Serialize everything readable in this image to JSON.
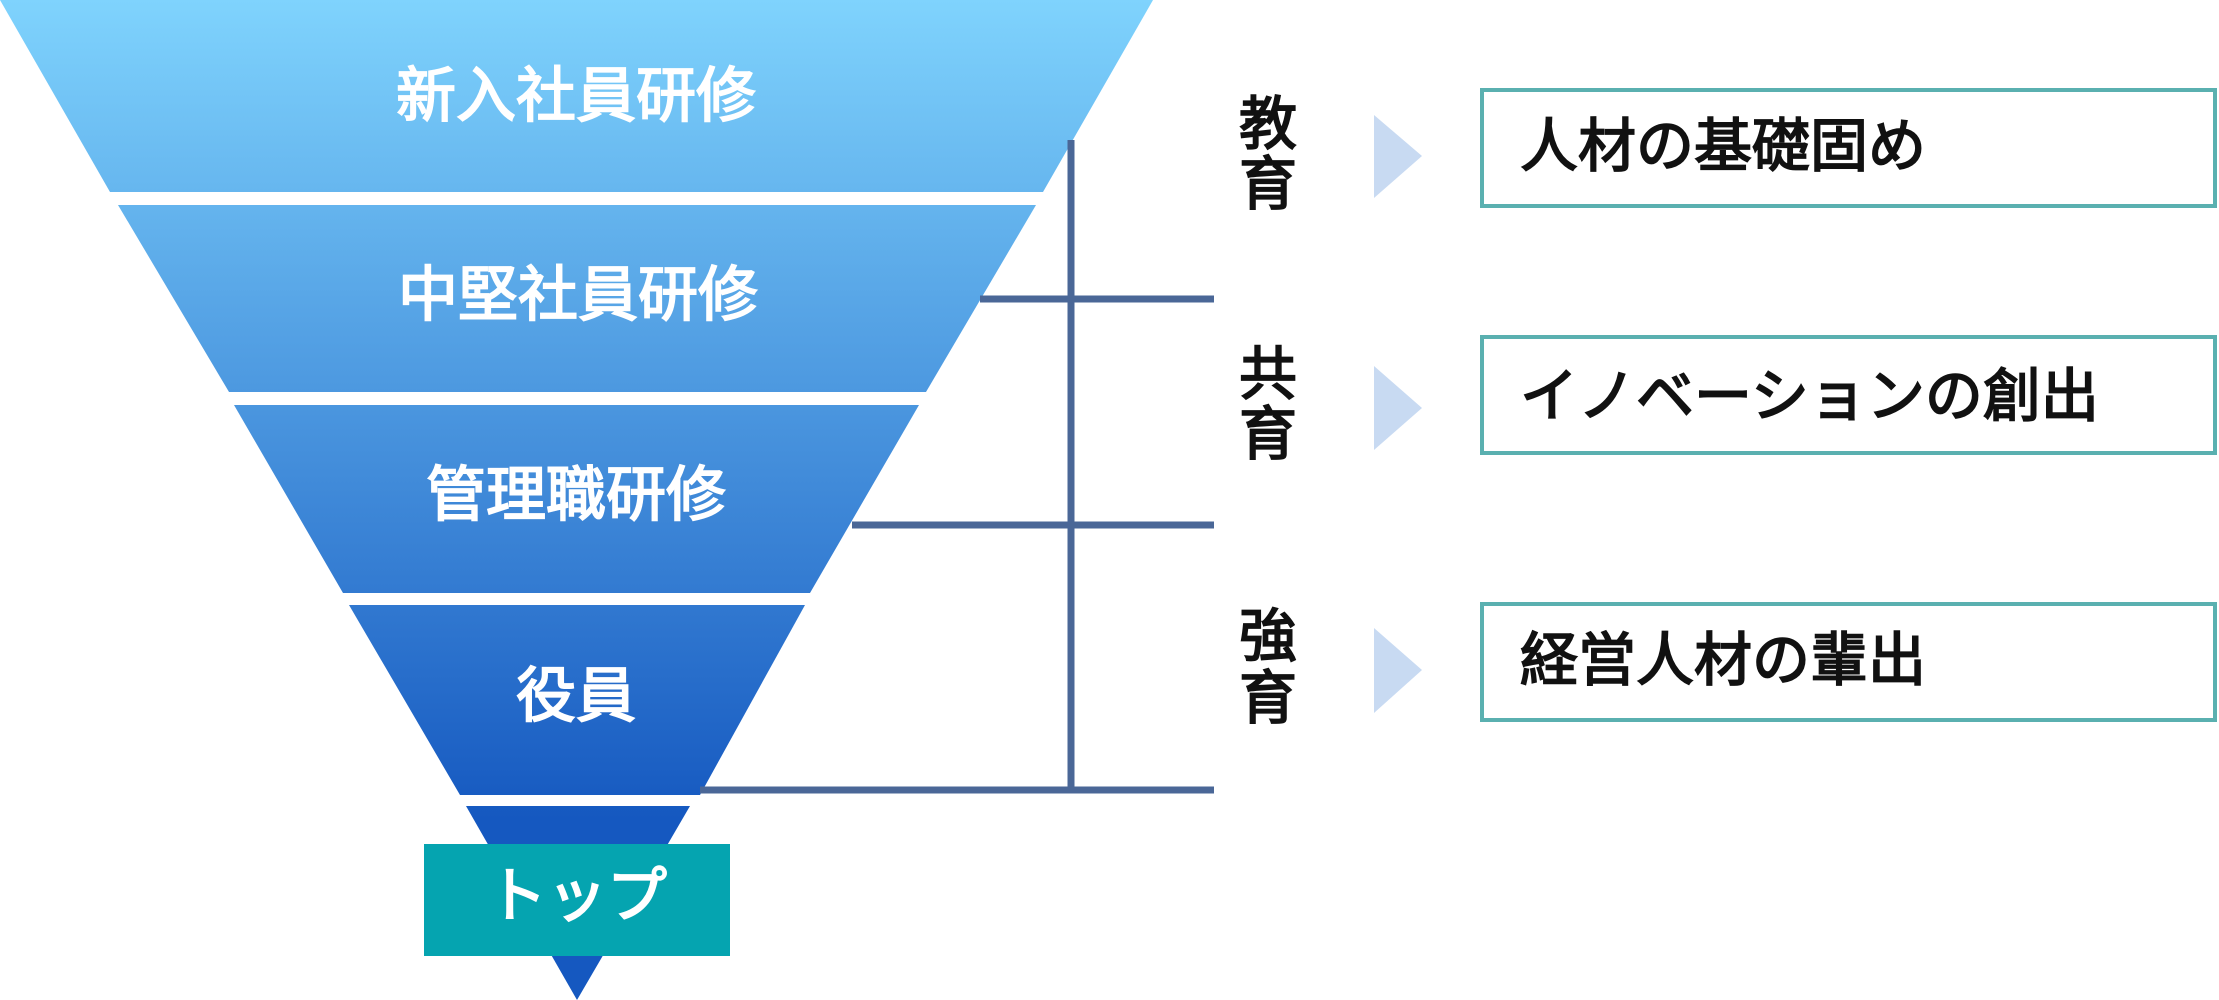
{
  "colors": {
    "funnel_top": "#7fd3fd",
    "funnel_bottom": "#1558c0",
    "top_box": "#05a4b0",
    "bracket": "#4a6797",
    "arrow": "#c8daf2",
    "outcome_border": "#5ab0b0",
    "text_dark": "#111111",
    "text_light": "#ffffff"
  },
  "funnel": {
    "levels": [
      {
        "label": "新入社員研修"
      },
      {
        "label": "中堅社員研修"
      },
      {
        "label": "管理職研修"
      },
      {
        "label": "役員"
      }
    ],
    "top": {
      "label": "トップ"
    }
  },
  "stages": [
    {
      "chars": [
        "教",
        "育"
      ],
      "outcome": "人材の基礎固め"
    },
    {
      "chars": [
        "共",
        "育"
      ],
      "outcome": "イノベーションの創出"
    },
    {
      "chars": [
        "強",
        "育"
      ],
      "outcome": "経営人材の輩出"
    }
  ]
}
